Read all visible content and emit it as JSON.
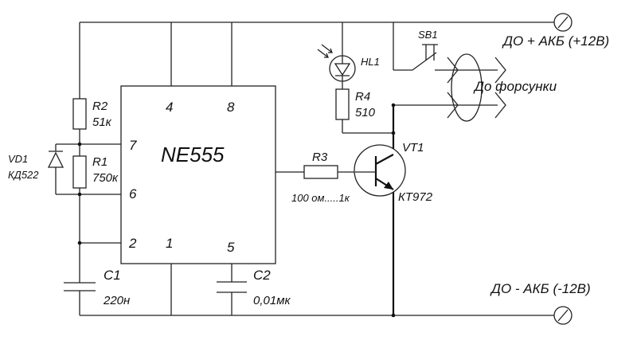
{
  "chip": {
    "name": "NE555",
    "pins": [
      "4",
      "8",
      "7",
      "6",
      "2",
      "1",
      "5"
    ]
  },
  "components": {
    "r2": {
      "ref": "R2",
      "value": "51к"
    },
    "r1": {
      "ref": "R1",
      "value": "750к"
    },
    "vd1": {
      "ref": "VD1",
      "value": "КД522"
    },
    "c1": {
      "ref": "C1",
      "value": "220н"
    },
    "c2": {
      "ref": "C2",
      "value": "0,01мк"
    },
    "r3": {
      "ref": "R3",
      "value": "100 ом.....1к"
    },
    "r4": {
      "ref": "R4",
      "value": "510"
    },
    "hl1": {
      "ref": "HL1"
    },
    "sb1": {
      "ref": "SB1"
    },
    "vt1": {
      "ref": "VT1",
      "value": "КТ972"
    }
  },
  "labels": {
    "plus": "ДО + АКБ (+12В)",
    "injector": "До форсунки",
    "minus": "ДО - АКБ (-12В)"
  }
}
